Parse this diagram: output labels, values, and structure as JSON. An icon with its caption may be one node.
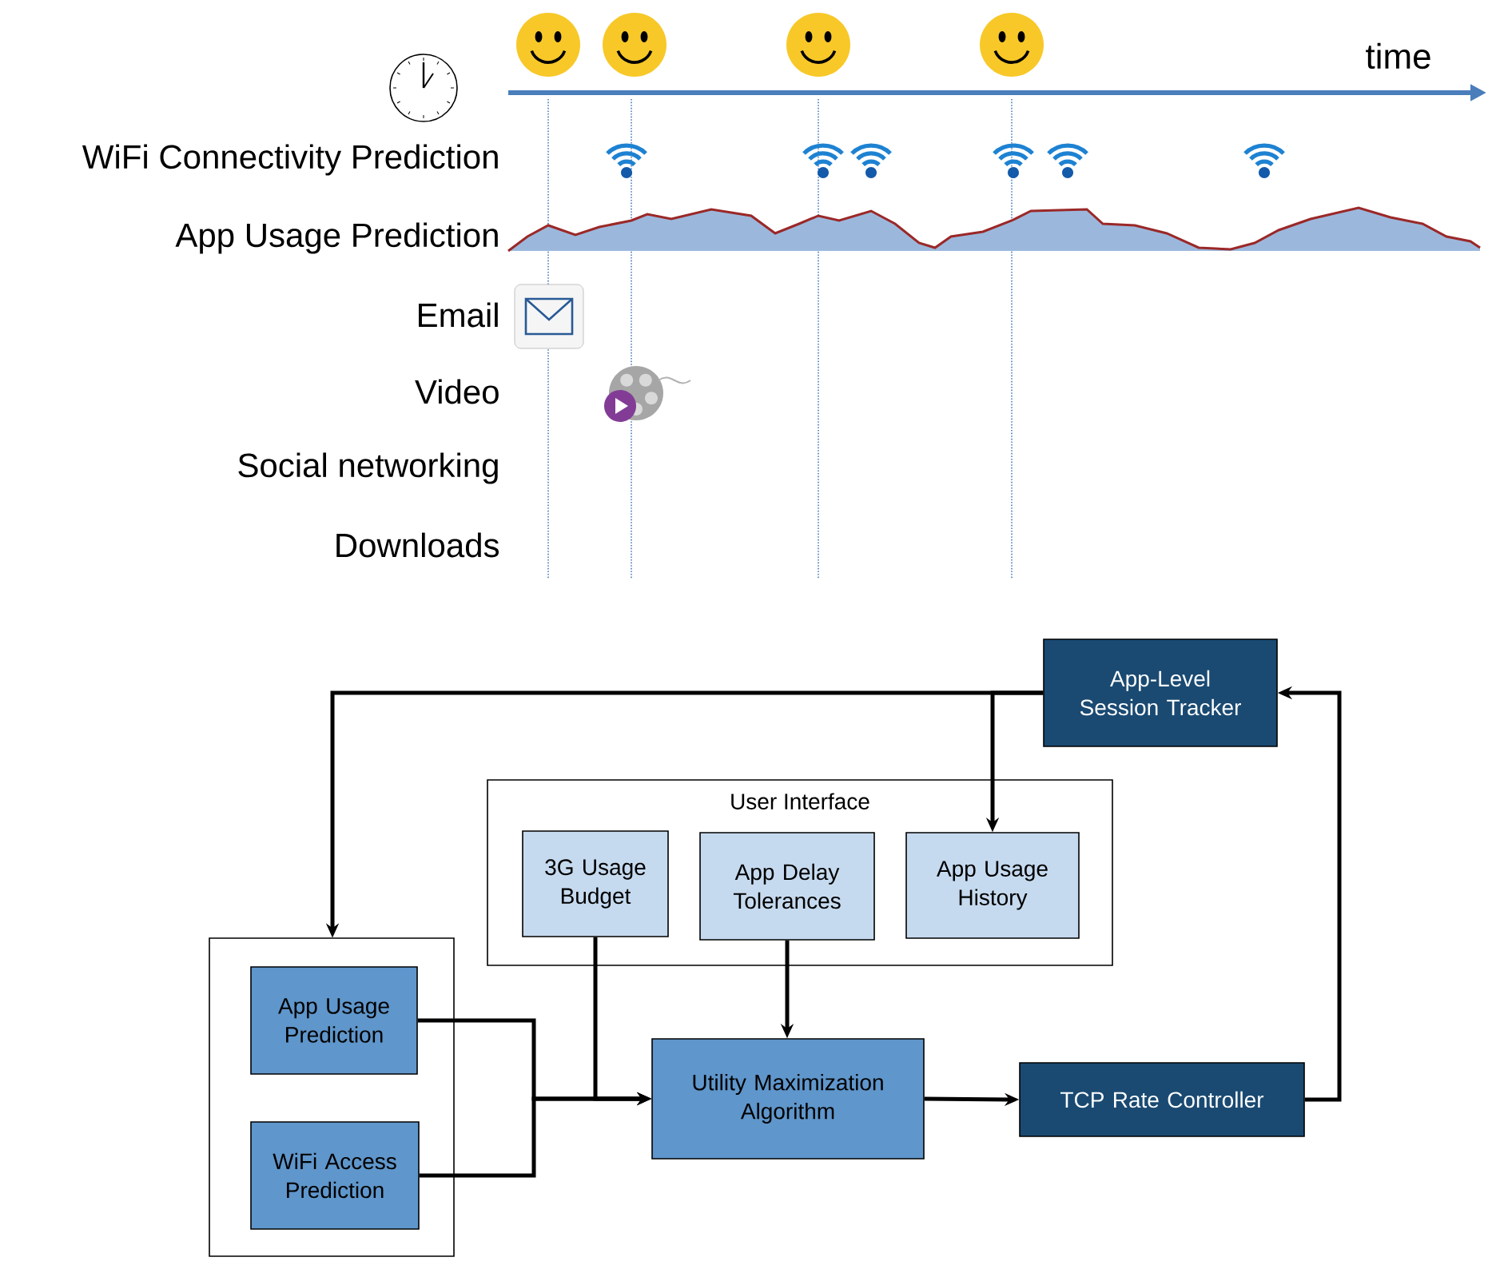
{
  "diagram": {
    "nodes": [
      {
        "text": [
          "App-Level Session Tracker"
        ]
      },
      {
        "text": [
          "User Interface"
        ]
      },
      {
        "text": [
          "3G Usage Budget"
        ],
        "in": 1
      },
      {
        "text": [
          "App Delay Tolerances"
        ],
        "in": 1
      },
      {
        "text": [
          "App Usage History"
        ],
        "in": 1
      },
      {
        "text": [],
        "shape": "box"
      },
      {
        "text": [
          "App Usage Prediction"
        ],
        "in": 5
      },
      {
        "text": [
          "WiFi Access Prediction"
        ],
        "in": 5
      },
      {
        "text": [
          "Utility Maximization Algorithm"
        ]
      },
      {
        "text": [
          "TCP Rate Controller"
        ]
      }
    ],
    "edges": [
      {
        "from": 0,
        "to": 5,
        "arrow": "to"
      },
      {
        "from": 0,
        "to": 4,
        "arrow": "to"
      },
      {
        "from": 2,
        "to": 8,
        "arrow": "to"
      },
      {
        "from": 3,
        "to": 8,
        "arrow": "to"
      },
      {
        "from": 6,
        "to": 8,
        "arrow": "to"
      },
      {
        "from": 7,
        "to": 8,
        "arrow": "to"
      },
      {
        "from": 8,
        "to": 9,
        "arrow": "to"
      },
      {
        "from": 9,
        "to": 0,
        "arrow": "to"
      }
    ],
    "labels": [
      "time",
      "WiFi Connectivity Prediction",
      "App Usage Prediction",
      "Email",
      "Video",
      "Social networking",
      "Downloads"
    ]
  }
}
